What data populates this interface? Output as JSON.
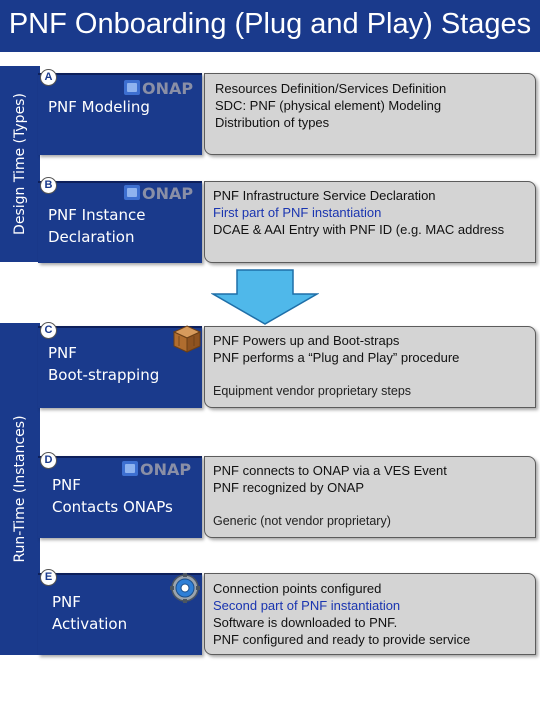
{
  "header": {
    "title": "PNF Onboarding (Plug and Play) Stages"
  },
  "phases": {
    "design_time": "Design Time (Types)",
    "run_time": "Run-Time (Instances)"
  },
  "logo_text": "ONAP",
  "stages": [
    {
      "letter": "A",
      "label": "PNF Modeling",
      "lines": [
        "Resources Definition/Services Definition",
        "SDC: PNF (physical element) Modeling",
        "Distribution of types"
      ]
    },
    {
      "letter": "B",
      "label": "PNF Instance\nDeclaration",
      "lines": [
        "PNF Infrastructure Service Declaration",
        "First part of PNF instantiation",
        "DCAE & AAI Entry with PNF ID (e.g. MAC address"
      ]
    },
    {
      "letter": "C",
      "label": "PNF\nBoot-strapping",
      "lines": [
        "PNF Powers up and Boot-straps",
        "PNF performs a “Plug and Play” procedure"
      ],
      "note": "Equipment vendor proprietary steps"
    },
    {
      "letter": "D",
      "label": "PNF\nContacts ONAPs",
      "lines": [
        "PNF connects to ONAP via a VES Event",
        "PNF recognized by ONAP"
      ],
      "note": "Generic (not vendor proprietary)"
    },
    {
      "letter": "E",
      "label": "PNF\nActivation",
      "lines": [
        "Connection points configured",
        "Second part of PNF instantiation",
        "Software is downloaded to PNF.",
        "PNF configured and ready to provide service"
      ]
    }
  ],
  "colors": {
    "brand_blue": "#1a3a8c",
    "highlight_blue_text": "#1a35b0",
    "desc_gray": "#d4d4d4",
    "arrow_cyan": "#4fb8ea"
  }
}
